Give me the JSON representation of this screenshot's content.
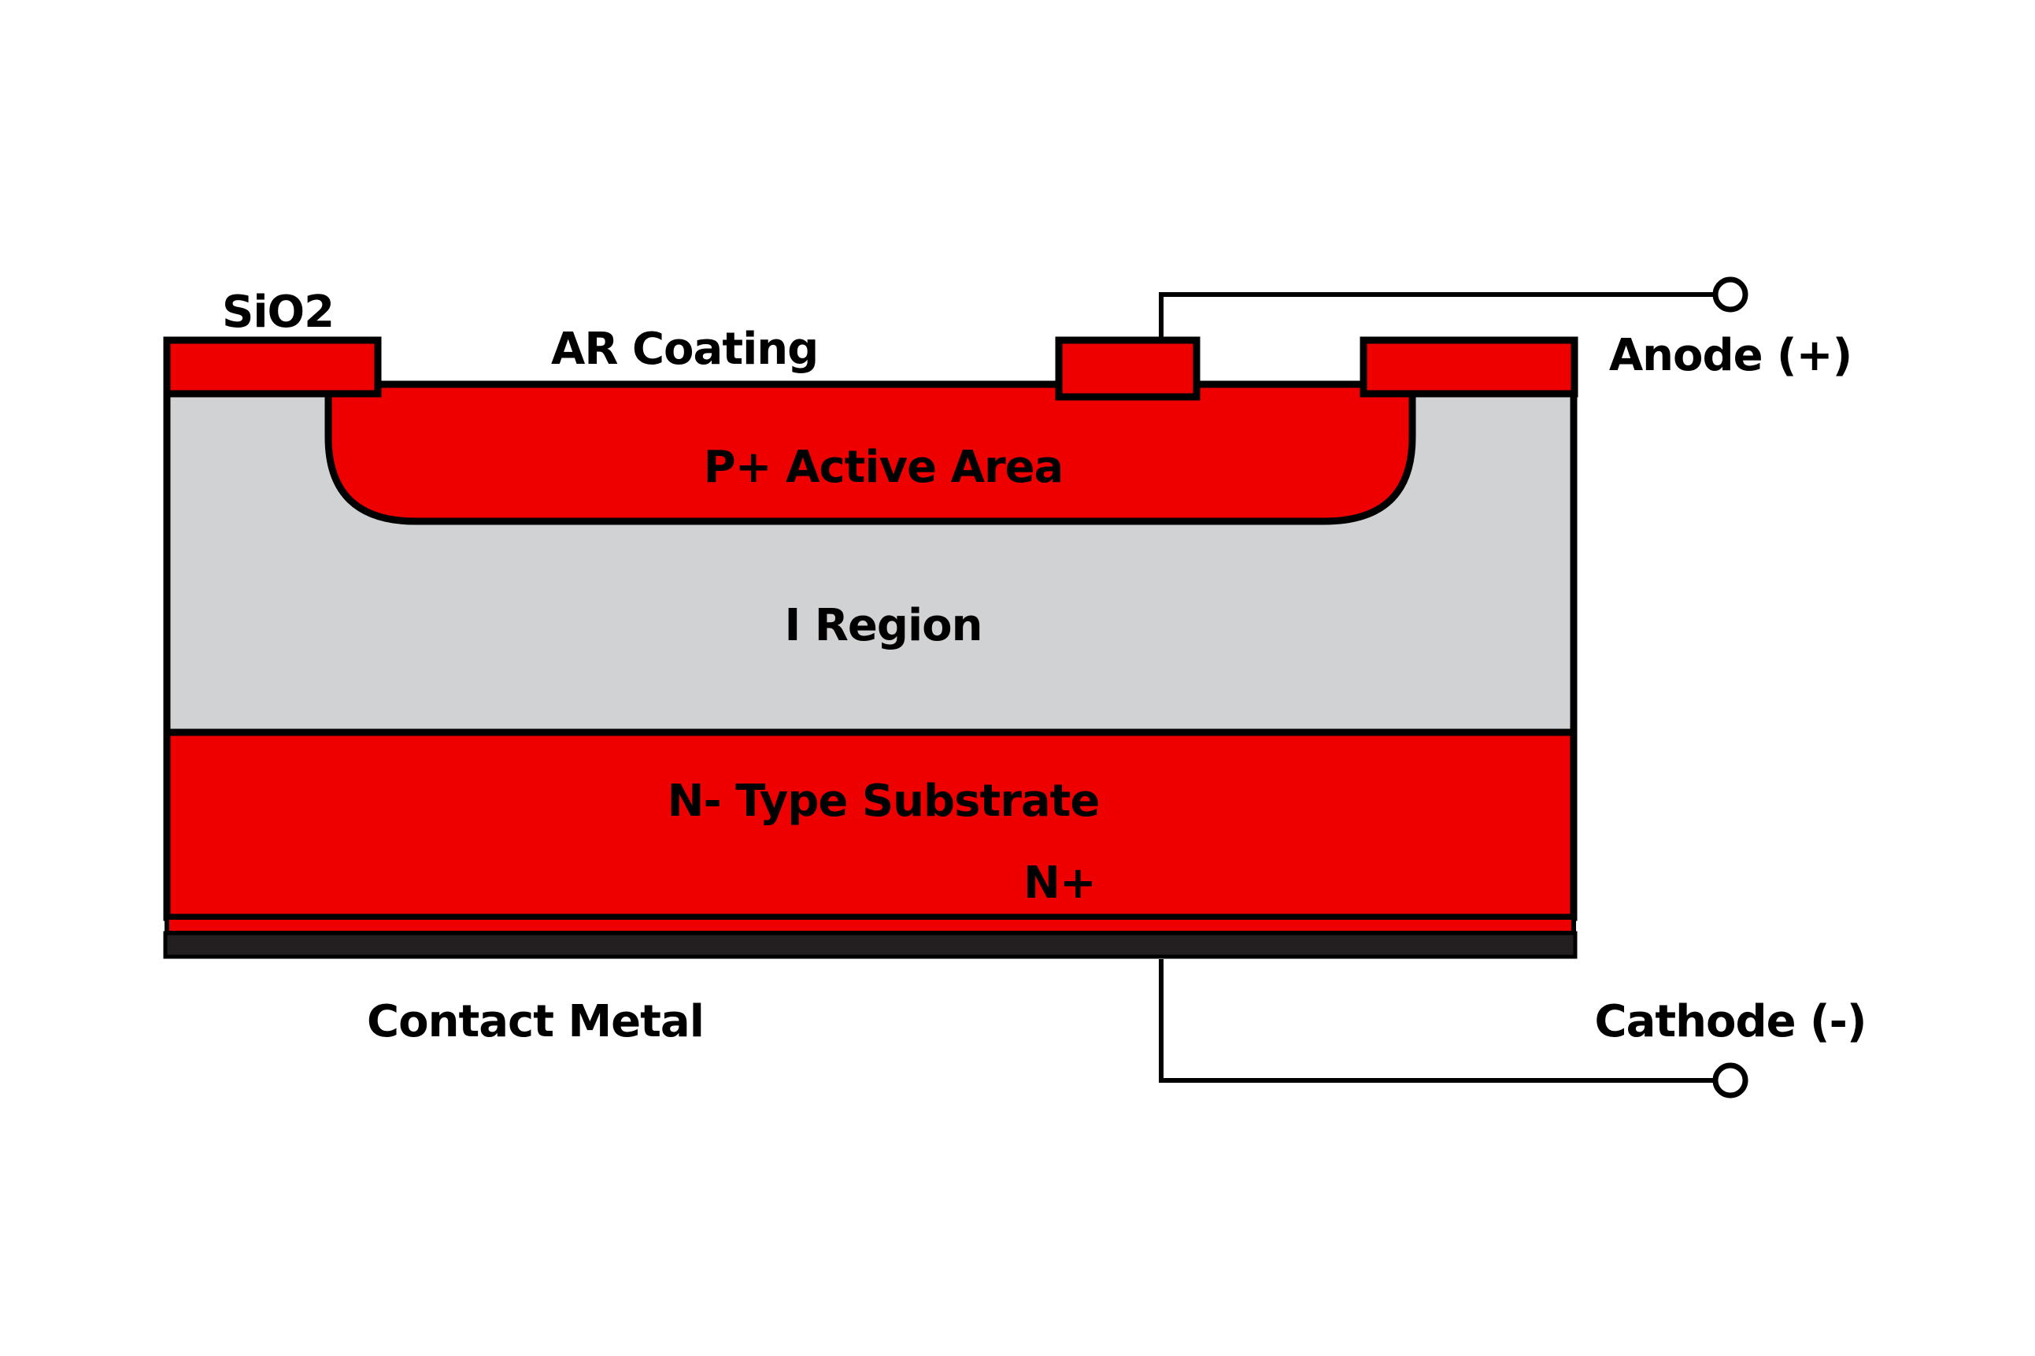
{
  "colors": {
    "red": "#ee0000",
    "gray": "#d1d2d4",
    "metal": "#231f20",
    "outline": "#000000",
    "background": "#ffffff"
  },
  "labels": {
    "sio2": "SiO2",
    "ar_coating": "AR Coating",
    "p_active_area": "P+ Active Area",
    "i_region": "I Region",
    "n_type_substrate": "N- Type Substrate",
    "n_plus": "N+",
    "contact_metal": "Contact Metal",
    "anode": "Anode (+)",
    "cathode": "Cathode (-)"
  }
}
